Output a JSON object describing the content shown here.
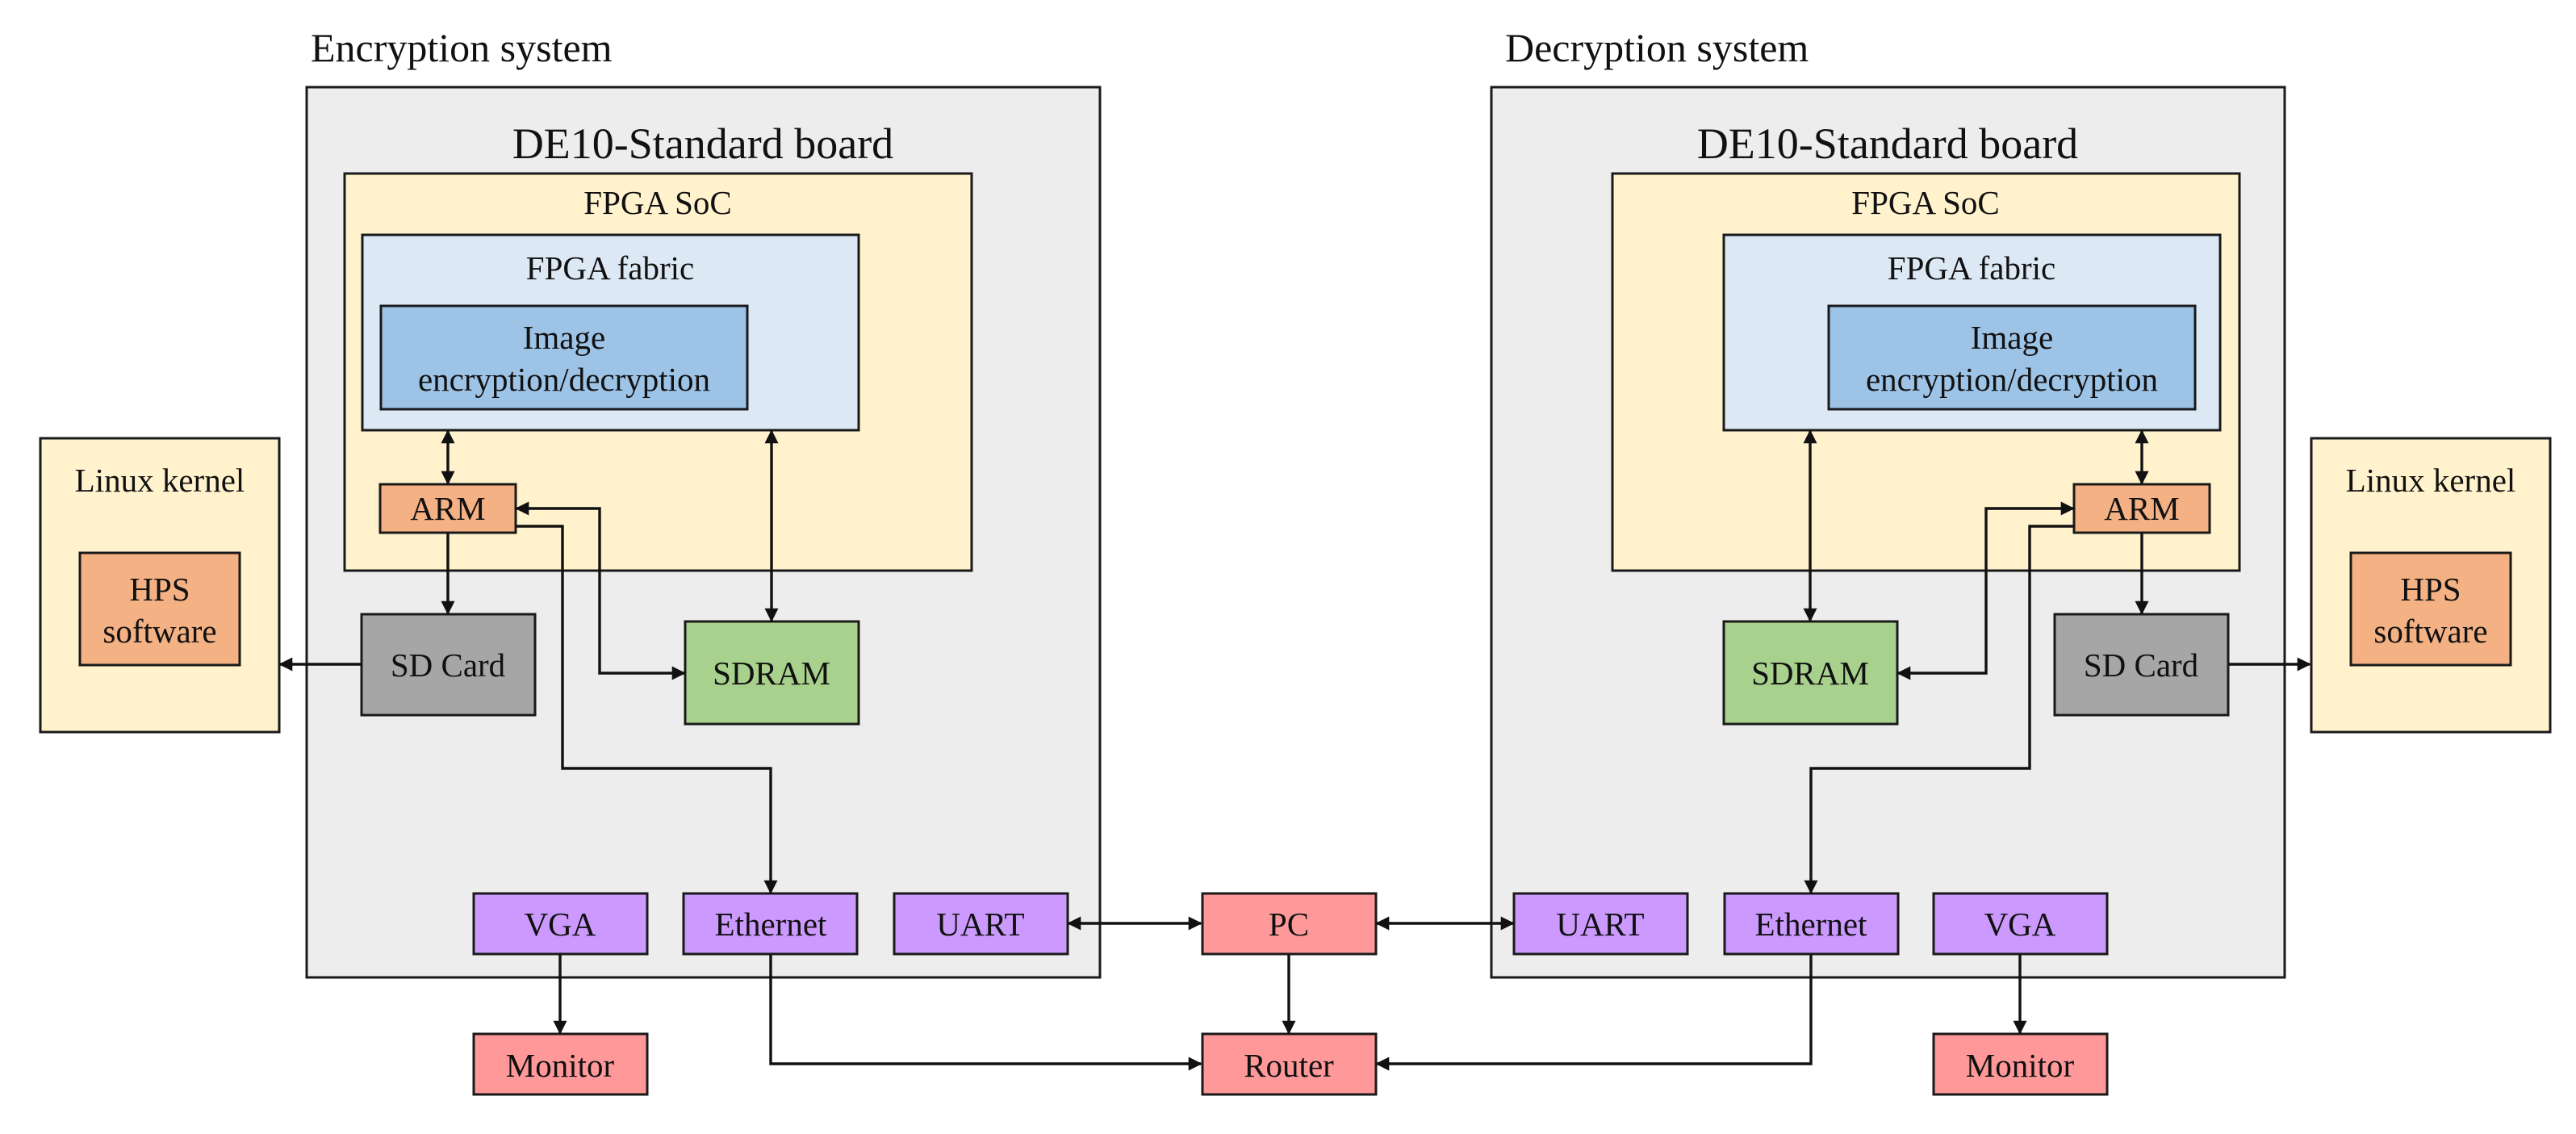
{
  "colors": {
    "system": "#ededed",
    "soc": "#fff2cc",
    "fabric": "#dde8f5",
    "ip": "#9dc3e6",
    "arm": "#f4b183",
    "sdcard": "#a6a6a6",
    "sdram": "#a9d18e",
    "peripheral": "#cc99ff",
    "external": "#ff9999",
    "kernel": "#fff2cc",
    "hps": "#f4b183",
    "line": "#111111"
  },
  "encryption": {
    "system_title": "Encryption system",
    "board_label": "DE10-Standard board",
    "soc_label": "FPGA SoC",
    "fabric_label": "FPGA fabric",
    "ip_line1": "Image",
    "ip_line2": "encryption/decryption",
    "arm_label": "ARM",
    "sdcard_label": "SD Card",
    "sdram_label": "SDRAM",
    "vga_label": "VGA",
    "ethernet_label": "Ethernet",
    "uart_label": "UART",
    "monitor_label": "Monitor",
    "kernel_label": "Linux kernel",
    "hps_line1": "HPS",
    "hps_line2": "software"
  },
  "decryption": {
    "system_title": "Decryption system",
    "board_label": "DE10-Standard board",
    "soc_label": "FPGA SoC",
    "fabric_label": "FPGA fabric",
    "ip_line1": "Image",
    "ip_line2": "encryption/decryption",
    "arm_label": "ARM",
    "sdcard_label": "SD Card",
    "sdram_label": "SDRAM",
    "vga_label": "VGA",
    "ethernet_label": "Ethernet",
    "uart_label": "UART",
    "monitor_label": "Monitor",
    "kernel_label": "Linux kernel",
    "hps_line1": "HPS",
    "hps_line2": "software"
  },
  "shared": {
    "pc_label": "PC",
    "router_label": "Router"
  }
}
